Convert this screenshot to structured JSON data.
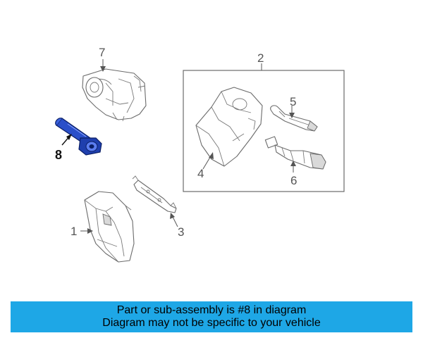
{
  "diagram": {
    "callouts": [
      {
        "id": "1",
        "label": "1"
      },
      {
        "id": "2",
        "label": "2"
      },
      {
        "id": "3",
        "label": "3"
      },
      {
        "id": "4",
        "label": "4"
      },
      {
        "id": "5",
        "label": "5"
      },
      {
        "id": "6",
        "label": "6"
      },
      {
        "id": "7",
        "label": "7"
      },
      {
        "id": "8",
        "label": "8"
      }
    ],
    "highlight_color": "#1a3aa8",
    "line_color": "#6b6b6b"
  },
  "banner": {
    "line1": "Part or sub-assembly is #8 in diagram",
    "line2": "Diagram may not be specific to your vehicle",
    "background": "#1ea7e6"
  }
}
